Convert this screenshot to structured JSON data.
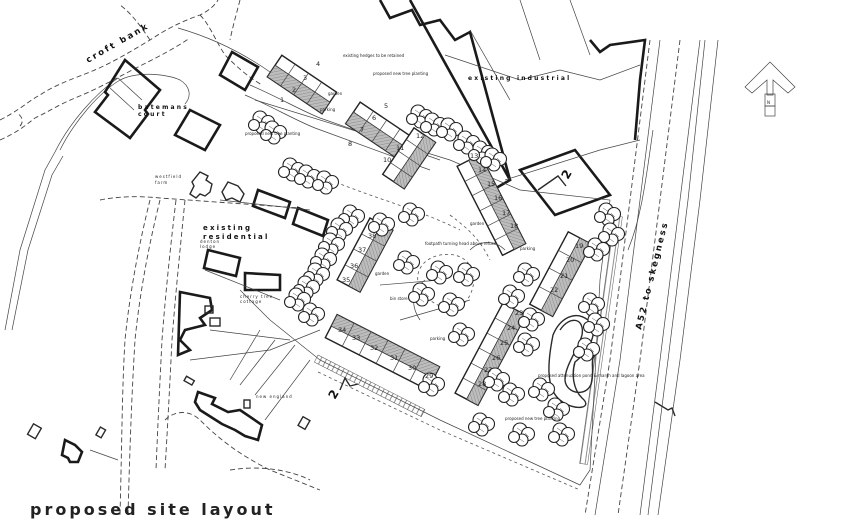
{
  "drawing": {
    "title": "proposed site layout",
    "labels": {
      "croft_bank": "croft bank",
      "batemans_court_1": "batemans",
      "batemans_court_2": "court",
      "westfield_farm_1": "westfield",
      "westfield_farm_2": "farm",
      "existing_residential_1": "existing",
      "existing_residential_2": "residential",
      "denton_lodge_1": "denton",
      "denton_lodge_2": "lodge",
      "cherry_tree_1": "cherry tree",
      "cherry_tree_2": "cottage",
      "new_england": "new england",
      "existing_industrial": "existing industrial",
      "a52": "A52 to skegness",
      "section_mark_left": "2",
      "section_mark_right": "2"
    },
    "north_arrow": {
      "letter": "N"
    },
    "unit_numbers": [
      "1",
      "2",
      "3",
      "4",
      "5",
      "6",
      "7",
      "8",
      "9",
      "10",
      "11",
      "12",
      "13",
      "14",
      "15",
      "16",
      "17",
      "18",
      "19",
      "20",
      "21",
      "22",
      "23",
      "24",
      "25",
      "26",
      "27",
      "28",
      "29",
      "30",
      "31",
      "32",
      "33",
      "34",
      "35",
      "36",
      "37",
      "38"
    ],
    "annotations": [
      "existing hedges to be retained",
      "proposed new tree planting",
      "garden",
      "parking",
      "footpath turning head above refuse",
      "proposed attenuation pond & marsh and lagoon area",
      "bin store"
    ]
  }
}
